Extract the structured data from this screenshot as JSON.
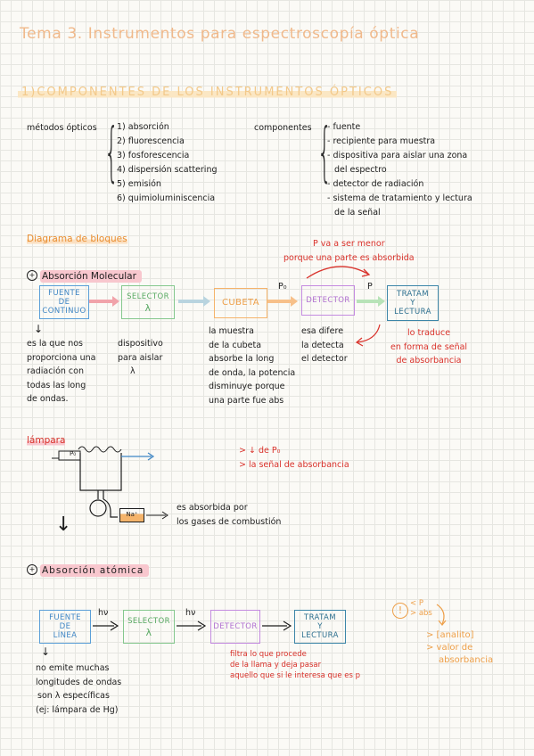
{
  "title": "Tema 3. Instrumentos para espectroscopía óptica",
  "section1": "1)COMPONENTES DE LOS INSTRUMENTOS ÓPTICOS",
  "metodos": {
    "label": "métodos ópticos",
    "items": [
      "1) absorción",
      "2) fluorescencia",
      "3) fosforescencia",
      "4) dispersión scattering",
      "5) emisión",
      "6) quimioluminiscencia"
    ]
  },
  "componentes": {
    "label": "componentes",
    "items": [
      "- fuente",
      "- recipiente para muestra",
      "- dispositiva para aislar una zona",
      "del espectro",
      "- detector de radiación",
      "- sistema de tratamiento y lectura",
      "de la señal"
    ]
  },
  "diagrama": "Diagrama de bloques",
  "molecular": {
    "heading": "Absorción Molecular",
    "red_note": [
      "P va a ser menor",
      "porque una parte es absorbida"
    ],
    "boxes": {
      "fuente": [
        "FUENTE",
        "DE",
        "CONTINUO"
      ],
      "selector": [
        "SELECTOR",
        "λ"
      ],
      "cubeta": "CUBETA",
      "detector": "DETECTOR",
      "tratam": [
        "TRATAM",
        "Y",
        "LECTURA"
      ]
    },
    "p0": "P₀",
    "p": "P",
    "notes": {
      "fuente": [
        "es la que nos",
        "proporciona una",
        "radiación con",
        "todas las long",
        "de ondas."
      ],
      "selector": [
        "dispositivo",
        "para aislar",
        "λ"
      ],
      "cubeta": [
        "la muestra",
        "de la cubeta",
        "absorbe la long",
        "de onda, la potencia",
        "disminuye porque",
        "una parte fue abs"
      ],
      "detector": [
        "esa difere",
        "la detecta",
        "el detector"
      ],
      "tratam": [
        "lo traduce",
        "en forma de señal",
        "de absorbancia"
      ]
    }
  },
  "lampara": {
    "label": "lámpara",
    "p0": "P₀",
    "na": "Na⁺",
    "red_points": [
      "> ↓ de P₀",
      "> la señal de absorbancia"
    ],
    "abs_note": [
      "es absorbida por",
      "los gases de combustión"
    ]
  },
  "atomica": {
    "heading": "Absorción atómica",
    "boxes": {
      "fuente": [
        "FUENTE",
        "DE",
        "LÍNEA"
      ],
      "selector": [
        "SELECTOR",
        "λ"
      ],
      "detector": "DETECTOR",
      "tratam": [
        "TRATAM",
        "Y",
        "LECTURA"
      ]
    },
    "hv": "hν",
    "fuente_note": [
      "no emite muchas",
      "longitudes de ondas",
      "son λ específicas",
      "(ej: lámpara de Hg)"
    ],
    "red_note": [
      "filtra lo que procede",
      "de la llama y deja pasar",
      "aquello que si le interesa que es p"
    ],
    "side": {
      "warning": "!",
      "lines": [
        "< P",
        "> abs"
      ],
      "result": [
        "> [analito]",
        "> valor de",
        "absorbancia"
      ]
    }
  },
  "colors": {
    "title": "#f0b98b",
    "section": "#f3c98a",
    "blue": "#5b9fd8",
    "green": "#86c88e",
    "orange": "#f5b46b",
    "purple": "#c48be0",
    "teal": "#3d86a8",
    "red": "#d9322b"
  }
}
